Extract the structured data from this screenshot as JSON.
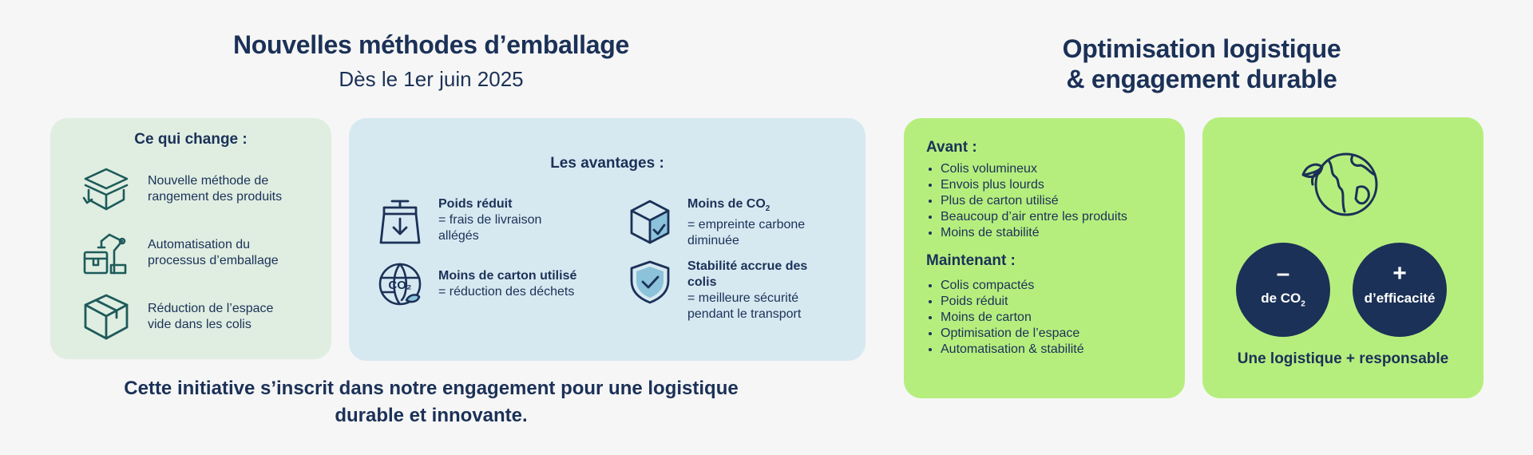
{
  "left": {
    "title": "Nouvelles méthodes d’emballage",
    "subtitle": "Dès le 1er juin 2025",
    "changes": {
      "heading": "Ce qui change :",
      "items": [
        {
          "icon": "stacked-layers-icon",
          "line1": "Nouvelle méthode de",
          "line2": "rangement des produits"
        },
        {
          "icon": "robot-arm-icon",
          "line1": "Automatisation du",
          "line2": "processus d’emballage"
        },
        {
          "icon": "box-icon",
          "line1": "Réduction de l’espace",
          "line2": "vide dans les colis"
        }
      ]
    },
    "advantages": {
      "heading": "Les avantages :",
      "items": [
        {
          "icon": "weight-icon",
          "title": "Poids réduit",
          "line1": "= frais de livraison",
          "line2": "allégés"
        },
        {
          "icon": "cube-check-icon",
          "title": "Moins de CO",
          "title_sub": "2",
          "line1": "= empreinte carbone",
          "line2": "diminuée"
        },
        {
          "icon": "co2-globe-icon",
          "title": "Moins de carton utilisé",
          "line1": "= réduction des déchets",
          "line2": ""
        },
        {
          "icon": "shield-check-icon",
          "title": "Stabilité accrue des",
          "title2": "colis",
          "line1": "= meilleure sécurité",
          "line2": "pendant le transport"
        }
      ]
    },
    "bottom_line1": "Cette initiative s’inscrit dans notre engagement pour une logistique",
    "bottom_line2": "durable et innovante."
  },
  "right": {
    "title_line1": "Optimisation logistique",
    "title_line2": "& engagement durable",
    "avant": {
      "heading": "Avant :",
      "items": [
        "Colis volumineux",
        "Envois plus lourds",
        "Plus de carton utilisé",
        "Beaucoup d’air entre les produits",
        "Moins de stabilité"
      ]
    },
    "maintenant": {
      "heading": "Maintenant :",
      "items": [
        "Colis compactés",
        "Poids réduit",
        "Moins de carton",
        "Optimisation de l’espace",
        "Automatisation & stabilité"
      ]
    },
    "minus": {
      "symbol": "–",
      "label": "de CO",
      "sub": "2"
    },
    "plus": {
      "symbol": "+",
      "label": "d’efficacité"
    },
    "tagline": "Une logistique + responsable"
  },
  "colors": {
    "navy": "#1b3157",
    "teal": "#1e5a5a",
    "lime": "#b6ee7e",
    "mint": "#dfeee1",
    "sky": "#d6e9f1"
  }
}
